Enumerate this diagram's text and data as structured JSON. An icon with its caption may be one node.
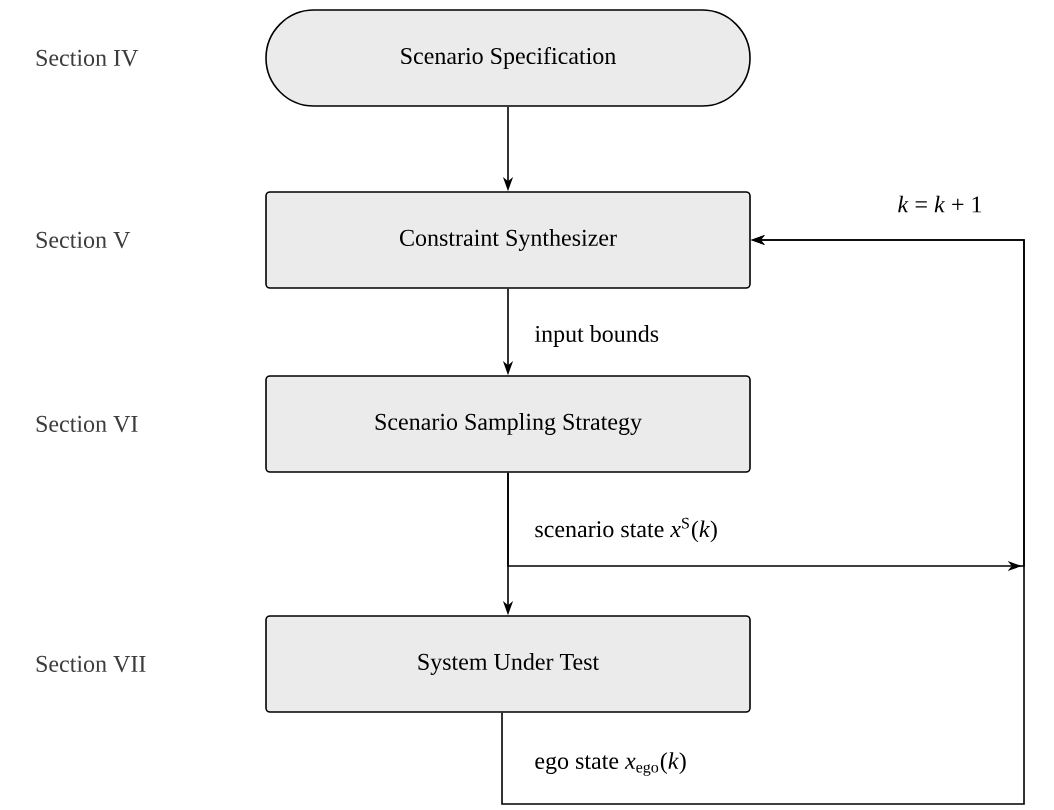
{
  "diagram": {
    "nodes": [
      {
        "text": [
          "Scenario Specification"
        ]
      },
      {
        "text": [
          "Constraint Synthesizer"
        ]
      },
      {
        "text": [
          "Scenario Sampling Strategy"
        ]
      },
      {
        "text": [
          "System Under Test"
        ]
      }
    ],
    "edges": [
      {
        "from": 0,
        "to": 1,
        "arrow": "to"
      },
      {
        "from": 1,
        "to": 2,
        "arrow": "to",
        "label": "input bounds"
      },
      {
        "from": 2,
        "to": 3,
        "arrow": "to"
      },
      {
        "from": 2,
        "to": 1,
        "arrow": "to",
        "label": "scenario state *x*$^{S}$(*k*)"
      },
      {
        "from": 3,
        "to": 1,
        "arrow": "to",
        "label": "ego state *x*$_{ego}$(*k*)"
      }
    ],
    "labels": [
      "Section IV",
      "*k* = *k* + 1",
      "Section V",
      "Section VI",
      "Section VII"
    ]
  }
}
